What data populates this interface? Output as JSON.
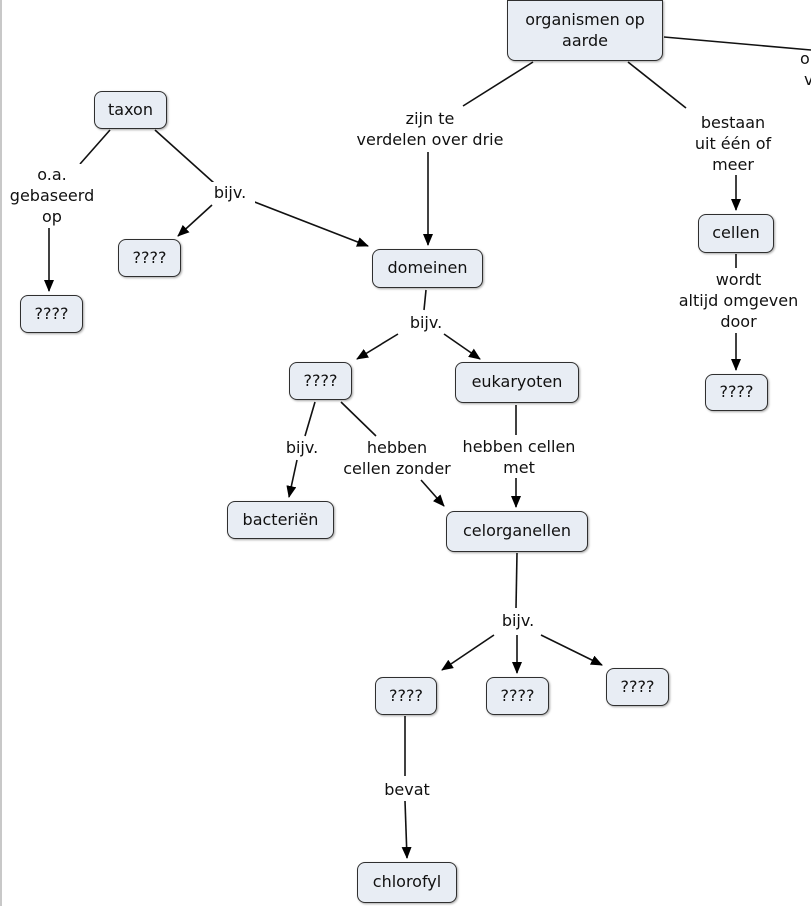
{
  "nodes": {
    "root": "organismen op\naarde",
    "taxon": "taxon",
    "q_taxon_left": "????",
    "q_taxon_right": "????",
    "domeinen": "domeinen",
    "cellen": "cellen",
    "q_cellen": "????",
    "q_domeinen": "????",
    "eukaryoten": "eukaryoten",
    "bacterien": "bacteriën",
    "celorganellen": "celorganellen",
    "q_org1": "????",
    "q_org2": "????",
    "q_org3": "????",
    "chlorofyl": "chlorofyl"
  },
  "labels": {
    "zijn_te_verdelen": "zijn te\nverdelen over drie",
    "bestaan_uit": "bestaan\nuit één of\nmeer",
    "oa_gebaseerd": "o.a.\ngebaseerd\nop",
    "bijv_taxon": "bijv.",
    "bijv_domeinen": "bijv.",
    "wordt_omgeven": "wordt\naltijd omgeven\ndoor",
    "bijv_prok": "bijv.",
    "hebben_zonder": "hebben\ncellen zonder",
    "hebben_met": "hebben cellen\nmet",
    "bijv_org": "bijv.",
    "bevat": "bevat"
  },
  "cut_off_text": {
    "line1": "o",
    "line2": "v"
  }
}
